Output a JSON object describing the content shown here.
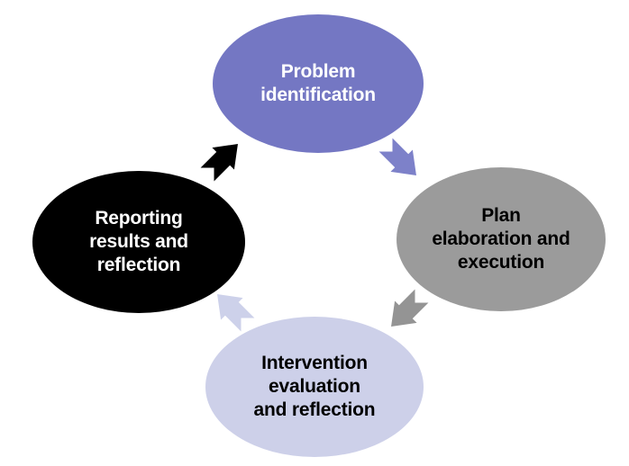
{
  "diagram": {
    "type": "cycle",
    "background_color": "#ffffff",
    "nodes": [
      {
        "id": "problem-identification",
        "label": "Problem identification",
        "lines": [
          "Problem",
          "identification"
        ],
        "fill": "#7477c3",
        "text_color": "#ffffff",
        "position": "top"
      },
      {
        "id": "plan-elaboration-and-execution",
        "label": "Plan elaboration and execution",
        "lines": [
          "Plan",
          "elaboration and",
          "execution"
        ],
        "fill": "#9b9b9b",
        "text_color": "#000000",
        "position": "right"
      },
      {
        "id": "intervention-evaluation-and-reflection",
        "label": "Intervention evaluation and reflection",
        "lines": [
          "Intervention",
          "evaluation",
          "and reflection"
        ],
        "fill": "#cdd0e9",
        "text_color": "#000000",
        "position": "bottom"
      },
      {
        "id": "reporting-results-and-reflection",
        "label": "Reporting results and reflection",
        "lines": [
          "Reporting",
          "results and",
          "reflection"
        ],
        "fill": "#000000",
        "text_color": "#ffffff",
        "position": "left"
      }
    ],
    "arrows": [
      {
        "from": "problem-identification",
        "to": "plan-elaboration-and-execution",
        "direction": "down-right",
        "color": "#7d81c9"
      },
      {
        "from": "plan-elaboration-and-execution",
        "to": "intervention-evaluation-and-reflection",
        "direction": "down-left",
        "color": "#949494"
      },
      {
        "from": "intervention-evaluation-and-reflection",
        "to": "reporting-results-and-reflection",
        "direction": "up-left",
        "color": "#cdd1ea"
      },
      {
        "from": "reporting-results-and-reflection",
        "to": "problem-identification",
        "direction": "up-right",
        "color": "#000000"
      }
    ]
  }
}
